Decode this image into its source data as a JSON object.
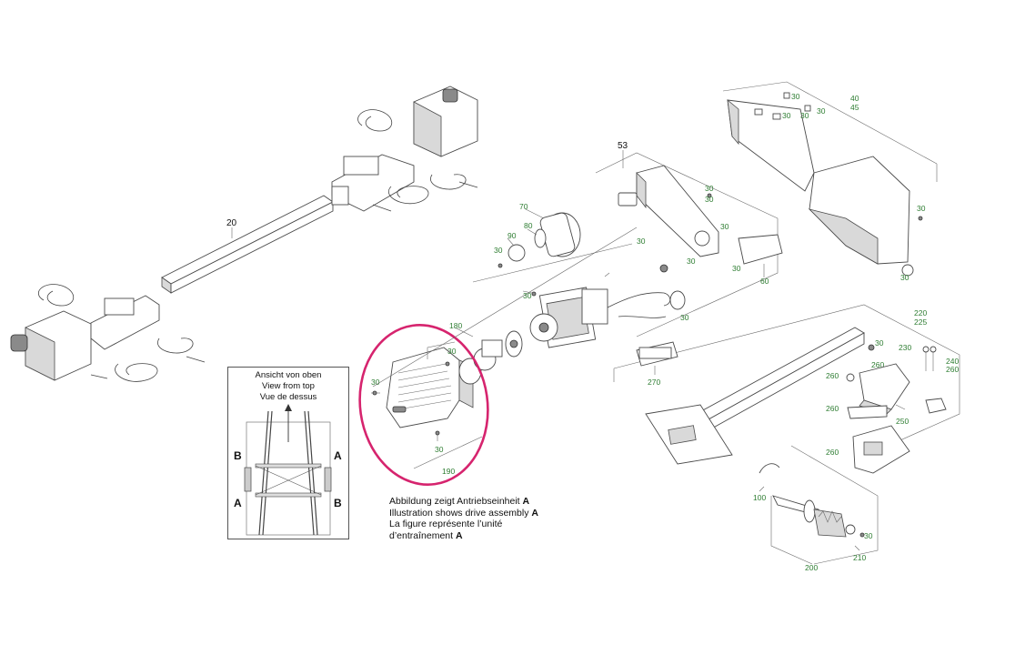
{
  "diagram": {
    "part_numbers": {
      "p20": "20",
      "p53": "53",
      "p30": "30",
      "p40": "40",
      "p45": "45",
      "p60": "60",
      "p70": "70",
      "p80": "80",
      "p90": "90",
      "p100": "100",
      "p180": "180",
      "p190": "190",
      "p200": "200",
      "p210": "210",
      "p220": "220",
      "p225": "225",
      "p230": "230",
      "p240": "240",
      "p250": "250",
      "p260": "260",
      "p270": "270"
    },
    "inset": {
      "title_de": "Ansicht von oben",
      "title_en": "View from top",
      "title_fr": "Vue de dessus",
      "label_a": "A",
      "label_b": "B"
    },
    "caption": {
      "line_de": "Abbildung zeigt Antriebseinheit",
      "line_en": "Illustration shows drive assembly",
      "line_fr_1": "La figure représente l’unité",
      "line_fr_2": "d’entraînement",
      "assembly_letter": "A"
    },
    "highlight_color": "#d6246e",
    "label_color": "#2e7d32"
  }
}
